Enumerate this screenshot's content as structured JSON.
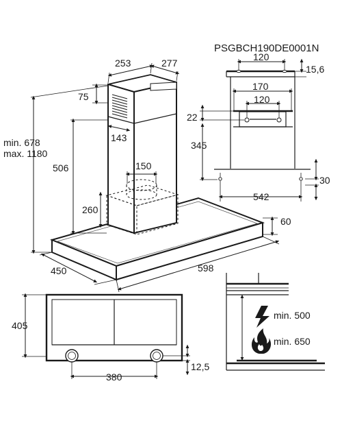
{
  "model_code": "PSGBCH190DE0001N",
  "main_view": {
    "height_min": "min. 678",
    "height_max": "max. 1180",
    "chimney_width": "253",
    "chimney_depth": "277",
    "upper_vent_drop": "75",
    "duct_offset": "143",
    "inner_height": "506",
    "duct_diameter": "150",
    "motor_height": "260",
    "canopy_thickness": "60",
    "canopy_depth": "450",
    "canopy_width": "598"
  },
  "bracket_view": {
    "top_spacing": "120",
    "top_offset": "15,6",
    "mid_width": "170",
    "mid_spacing": "120",
    "mid_offset": "22",
    "drop": "345",
    "bottom_offset": "30",
    "bottom_width": "542"
  },
  "bottom_view": {
    "depth": "405",
    "light_spacing": "380",
    "edge_offset": "12,5"
  },
  "clearance": {
    "electric_label": "min. 500",
    "gas_label": "min. 650",
    "electric_icon": "lightning-icon",
    "gas_icon": "flame-icon"
  }
}
